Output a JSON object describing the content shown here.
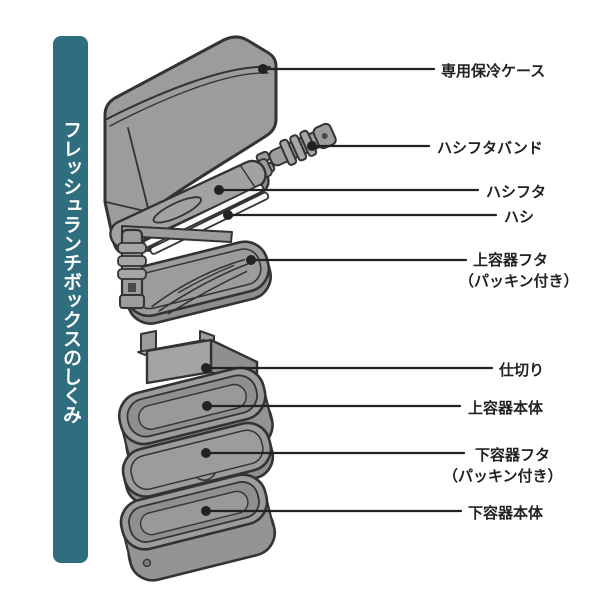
{
  "banner": {
    "title": "フレッシュランチボックスのしくみ",
    "bg_color": "#2e6e7e",
    "text_color": "#ffffff"
  },
  "diagram": {
    "parts": [
      {
        "id": "cooler-case",
        "label": "専用保冷ケース"
      },
      {
        "id": "chopstick-lid-band",
        "label": "ハシフタバンド"
      },
      {
        "id": "chopstick-lid",
        "label": "ハシフタ"
      },
      {
        "id": "chopsticks",
        "label": "ハシ"
      },
      {
        "id": "upper-lid",
        "label": "上容器フタ",
        "label2": "（パッキン付き）"
      },
      {
        "id": "divider",
        "label": "仕切り"
      },
      {
        "id": "upper-body",
        "label": "上容器本体"
      },
      {
        "id": "lower-lid",
        "label": "下容器フタ",
        "label2": "（パッキン付き）"
      },
      {
        "id": "lower-body",
        "label": "下容器本体"
      }
    ],
    "colors": {
      "outline": "#333333",
      "part_fill": "#9c9c9c",
      "part_fill_light": "#a6a6a6",
      "part_fill_dark": "#8e8e8e",
      "leader": "#222222",
      "chopstick_fill": "#fafafa"
    }
  }
}
